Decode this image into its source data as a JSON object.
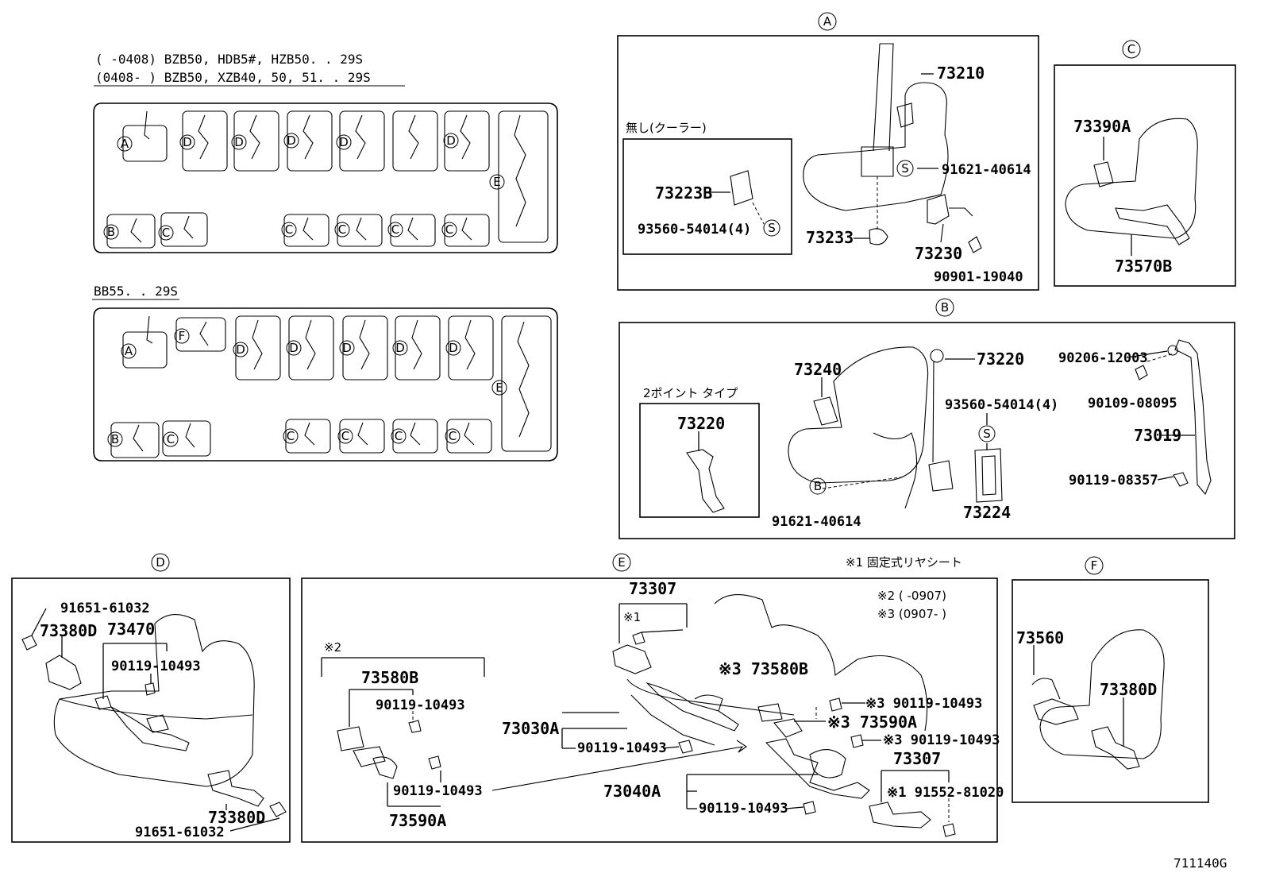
{
  "headers": {
    "line1": "(       -0408) BZB50, HDB5#, HZB50. . 29S",
    "line2": "(0408-        ) BZB50, XZB40, 50, 51. . 29S",
    "line3": "BB55. . 29S"
  },
  "callouts": {
    "A": "A",
    "B": "B",
    "C": "C",
    "D": "D",
    "E": "E",
    "F": "F",
    "S": "S"
  },
  "section_A": {
    "inset_label": "無し(クーラー)",
    "parts": [
      "73210",
      "91621-40614",
      "73223B",
      "93560-54014(4)",
      "73233",
      "73230",
      "90901-19040"
    ]
  },
  "section_B": {
    "inset_label": "2ポイント タイプ",
    "parts": [
      "73220",
      "73240",
      "73220",
      "93560-54014(4)",
      "90206-12003",
      "90109-08095",
      "73019",
      "90119-08357",
      "73224",
      "91621-40614"
    ]
  },
  "section_C": {
    "parts": [
      "73390A",
      "73570B"
    ]
  },
  "section_D": {
    "parts": [
      "91651-61032",
      "73380D",
      "73470",
      "90119-10493",
      "73380D",
      "91651-61032"
    ]
  },
  "section_E": {
    "note1": "※1 固定式リヤシート",
    "note2": "※2 (       -0907)",
    "note3": "※3 (0907-       )",
    "mark1": "※1",
    "mark2": "※2",
    "parts": [
      "73307",
      "73580B",
      "90119-10493",
      "90119-10493",
      "73590A",
      "73030A",
      "90119-10493",
      "73040A",
      "90119-10493",
      "※3 73580B",
      "※3 90119-10493",
      "※3 73590A",
      "※3 90119-10493",
      "73307",
      "※1 91552-81020"
    ]
  },
  "section_F": {
    "parts": [
      "73560",
      "73380D"
    ]
  },
  "figure_id": "711140G"
}
